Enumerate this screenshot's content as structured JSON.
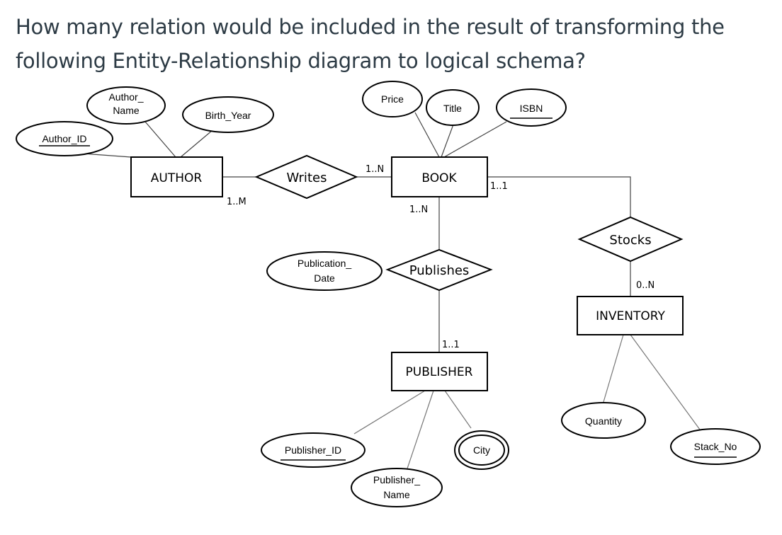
{
  "question": {
    "line1": "How many relation would be included in the result of transforming the",
    "line2": "following Entity-Relationship diagram to logical schema?"
  },
  "entities": {
    "author": "AUTHOR",
    "book": "BOOK",
    "publisher": "PUBLISHER",
    "inventory": "INVENTORY"
  },
  "relationships": {
    "writes": "Writes",
    "publishes": "Publishes",
    "stocks": "Stocks"
  },
  "attributes": {
    "author_id": "Author_ID",
    "author_name_1": "Author_",
    "author_name_2": "Name",
    "birth_year": "Birth_Year",
    "price": "Price",
    "title": "Title",
    "isbn": "ISBN",
    "publication_date_1": "Publication_",
    "publication_date_2": "Date",
    "publisher_id": "Publisher_ID",
    "publisher_name_1": "Publisher_",
    "publisher_name_2": "Name",
    "city": "City",
    "quantity": "Quantity",
    "stack_no": "Stack_No"
  },
  "cardinalities": {
    "author_writes": "1..M",
    "book_writes": "1..N",
    "book_publishes": "1..N",
    "book_stocks": "1..1",
    "publisher_publishes": "1..1",
    "inventory_stocks": "0..N"
  }
}
